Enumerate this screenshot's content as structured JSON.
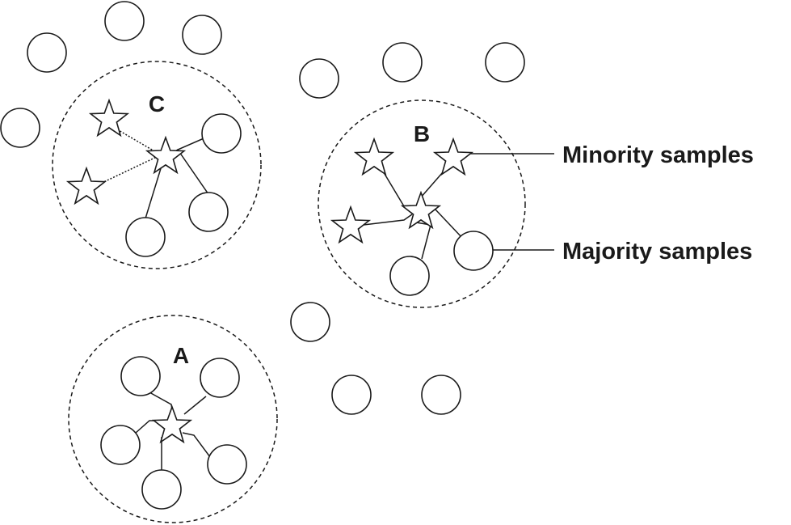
{
  "labels": {
    "region_a": "A",
    "region_b": "B",
    "region_c": "C",
    "minority": "Minority samples",
    "majority": "Majority samples"
  },
  "colors": {
    "ink": "#1a1a1a",
    "background": "#ffffff"
  }
}
